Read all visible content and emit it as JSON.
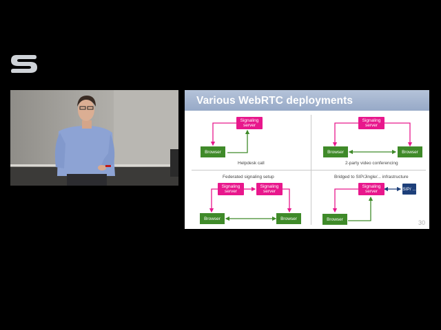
{
  "slide": {
    "title": "Various WebRTC deployments",
    "page_number": "30",
    "labels": {
      "signaling": "Signaling server",
      "browser": "Browser",
      "sip": "SIP/ ..."
    },
    "captions": {
      "helpdesk": "Helpdesk call",
      "two_party": "2-party video conferencing",
      "federated": "Federated signaling setup",
      "bridged": "Bridged to SIP/Jingle/... infrastructure"
    }
  },
  "colors": {
    "signaling": "#e8178c",
    "browser": "#3f8a29",
    "sip": "#1d3f7a",
    "title_bar": "#a6b6cf"
  }
}
